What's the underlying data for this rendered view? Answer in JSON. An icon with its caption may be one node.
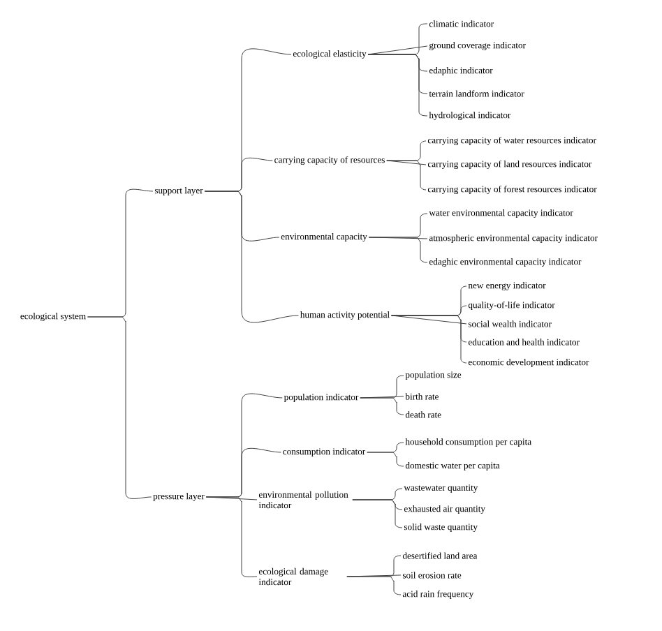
{
  "diagram": {
    "nodes": [
      {
        "text": [
          "ecological system"
        ]
      },
      {
        "text": [
          "support layer"
        ]
      },
      {
        "text": [
          "ecological elasticity"
        ]
      },
      {
        "text": [
          "climatic indicator"
        ]
      },
      {
        "text": [
          "ground coverage indicator"
        ]
      },
      {
        "text": [
          "edaphic indicator"
        ]
      },
      {
        "text": [
          "terrain landform indicator"
        ]
      },
      {
        "text": [
          "hydrological indicator"
        ]
      },
      {
        "text": [
          "carrying capacity of resources"
        ]
      },
      {
        "text": [
          "carrying capacity of water resources indicator"
        ]
      },
      {
        "text": [
          "carrying capacity of land resources indicator"
        ]
      },
      {
        "text": [
          "carrying capacity of forest resources indicator"
        ]
      },
      {
        "text": [
          "environmental capacity"
        ]
      },
      {
        "text": [
          "water environmental capacity indicator"
        ]
      },
      {
        "text": [
          "atmospheric environmental capacity indicator"
        ]
      },
      {
        "text": [
          "edaghic environmental capacity indicator"
        ]
      },
      {
        "text": [
          "human activity potential"
        ]
      },
      {
        "text": [
          "new energy indicator"
        ]
      },
      {
        "text": [
          "quality-of-life indicator"
        ]
      },
      {
        "text": [
          "social wealth indicator"
        ]
      },
      {
        "text": [
          "education and health indicator"
        ]
      },
      {
        "text": [
          "economic development indicator"
        ]
      },
      {
        "text": [
          "pressure layer"
        ]
      },
      {
        "text": [
          "population indicator"
        ]
      },
      {
        "text": [
          "population size"
        ]
      },
      {
        "text": [
          "birth rate"
        ]
      },
      {
        "text": [
          "death rate"
        ]
      },
      {
        "text": [
          "consumption indicator"
        ]
      },
      {
        "text": [
          "household consumption per capita"
        ]
      },
      {
        "text": [
          "domestic water per capita"
        ]
      },
      {
        "text": [
          "environmental pollution indicator"
        ]
      },
      {
        "text": [
          "wastewater quantity"
        ]
      },
      {
        "text": [
          "exhausted air quantity"
        ]
      },
      {
        "text": [
          "solid waste quantity"
        ]
      },
      {
        "text": [
          "ecological damage indicator"
        ]
      },
      {
        "text": [
          "desertified land area"
        ]
      },
      {
        "text": [
          "soil erosion rate"
        ]
      },
      {
        "text": [
          "acid rain frequency"
        ]
      }
    ],
    "edges": [
      {
        "from": 0,
        "to": 1,
        "arrow": "none"
      },
      {
        "from": 0,
        "to": 22,
        "arrow": "none"
      },
      {
        "from": 1,
        "to": 2,
        "arrow": "none"
      },
      {
        "from": 1,
        "to": 8,
        "arrow": "none"
      },
      {
        "from": 1,
        "to": 12,
        "arrow": "none"
      },
      {
        "from": 1,
        "to": 16,
        "arrow": "none"
      },
      {
        "from": 2,
        "to": 3,
        "arrow": "none"
      },
      {
        "from": 2,
        "to": 4,
        "arrow": "none"
      },
      {
        "from": 2,
        "to": 5,
        "arrow": "none"
      },
      {
        "from": 2,
        "to": 6,
        "arrow": "none"
      },
      {
        "from": 2,
        "to": 7,
        "arrow": "none"
      },
      {
        "from": 8,
        "to": 9,
        "arrow": "none"
      },
      {
        "from": 8,
        "to": 10,
        "arrow": "none"
      },
      {
        "from": 8,
        "to": 11,
        "arrow": "none"
      },
      {
        "from": 12,
        "to": 13,
        "arrow": "none"
      },
      {
        "from": 12,
        "to": 14,
        "arrow": "none"
      },
      {
        "from": 12,
        "to": 15,
        "arrow": "none"
      },
      {
        "from": 16,
        "to": 17,
        "arrow": "none"
      },
      {
        "from": 16,
        "to": 18,
        "arrow": "none"
      },
      {
        "from": 16,
        "to": 19,
        "arrow": "none"
      },
      {
        "from": 16,
        "to": 20,
        "arrow": "none"
      },
      {
        "from": 16,
        "to": 21,
        "arrow": "none"
      },
      {
        "from": 22,
        "to": 23,
        "arrow": "none"
      },
      {
        "from": 22,
        "to": 27,
        "arrow": "none"
      },
      {
        "from": 22,
        "to": 30,
        "arrow": "none"
      },
      {
        "from": 22,
        "to": 34,
        "arrow": "none"
      },
      {
        "from": 23,
        "to": 24,
        "arrow": "none"
      },
      {
        "from": 23,
        "to": 25,
        "arrow": "none"
      },
      {
        "from": 23,
        "to": 26,
        "arrow": "none"
      },
      {
        "from": 27,
        "to": 28,
        "arrow": "none"
      },
      {
        "from": 27,
        "to": 29,
        "arrow": "none"
      },
      {
        "from": 30,
        "to": 31,
        "arrow": "none"
      },
      {
        "from": 30,
        "to": 32,
        "arrow": "none"
      },
      {
        "from": 30,
        "to": 33,
        "arrow": "none"
      },
      {
        "from": 34,
        "to": 35,
        "arrow": "none"
      },
      {
        "from": 34,
        "to": 36,
        "arrow": "none"
      },
      {
        "from": 34,
        "to": 37,
        "arrow": "none"
      }
    ]
  }
}
